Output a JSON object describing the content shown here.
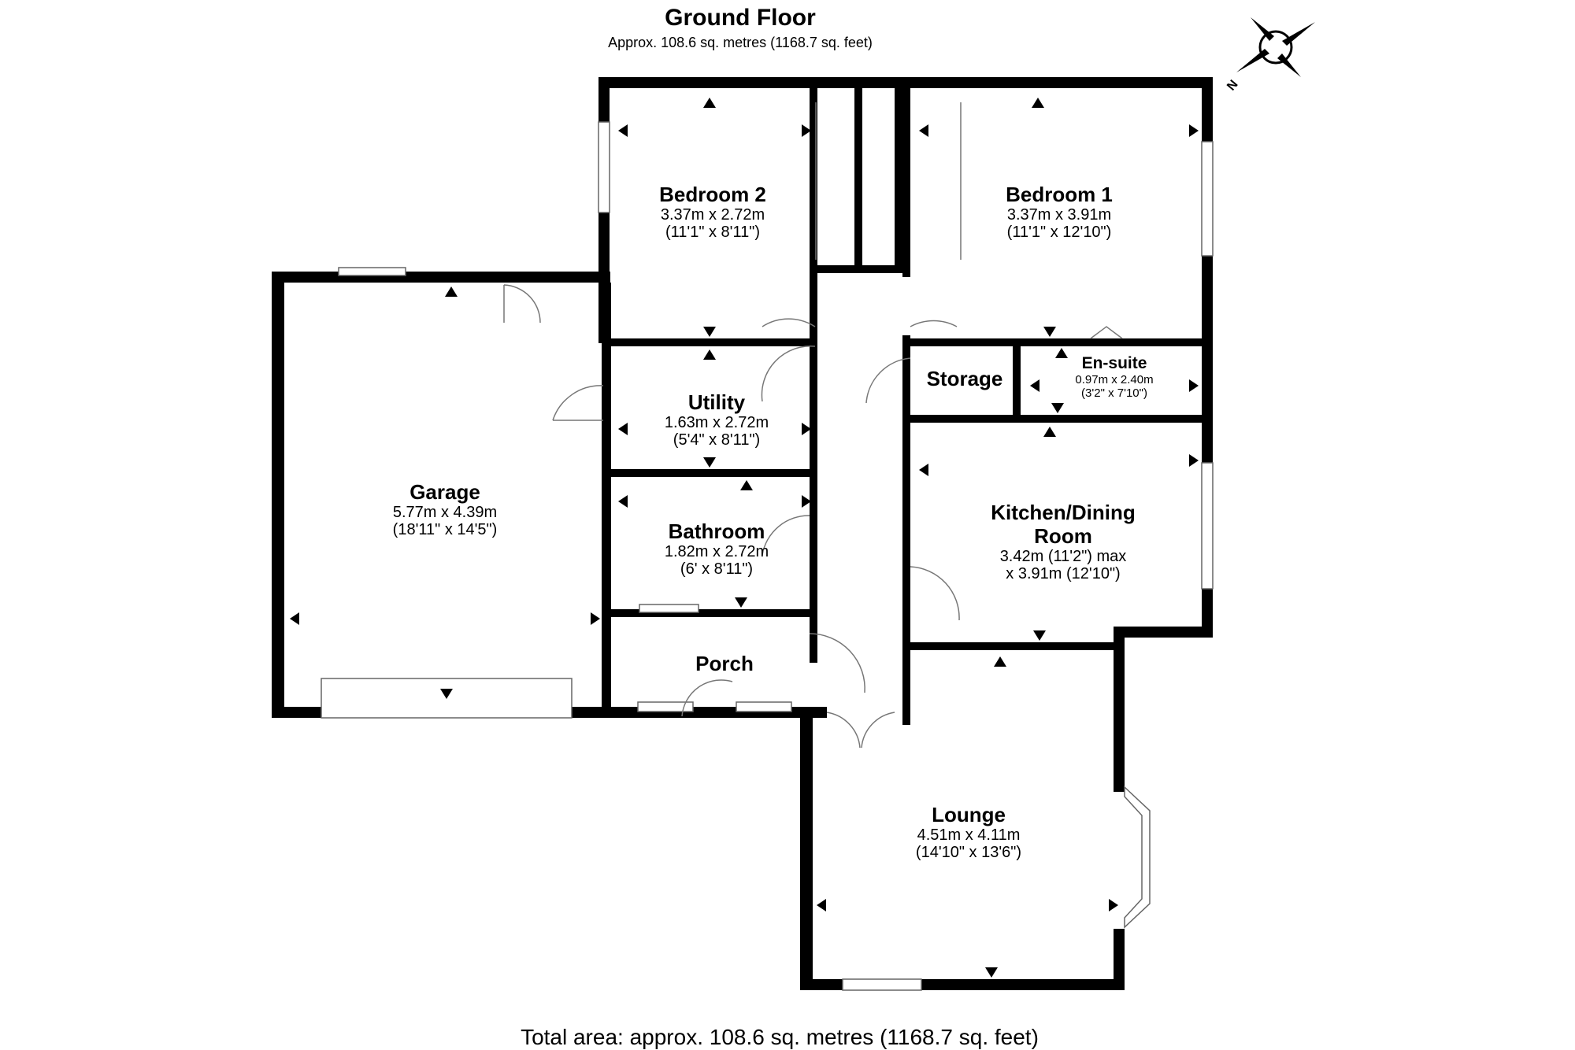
{
  "floor": {
    "title": "Ground Floor",
    "subtitle": "Approx. 108.6 sq. metres (1168.7 sq. feet)"
  },
  "total_area": "Total area: approx. 108.6 sq. metres (1168.7 sq. feet)",
  "compass": {
    "label": "N",
    "icon": "compass-icon"
  },
  "rooms": {
    "bedroom2": {
      "name": "Bedroom 2",
      "metric": "3.37m x 2.72m",
      "imperial": "(11'1\" x 8'11\")"
    },
    "bedroom1": {
      "name": "Bedroom 1",
      "metric": "3.37m x 3.91m",
      "imperial": "(11'1\" x 12'10\")"
    },
    "garage": {
      "name": "Garage",
      "metric": "5.77m x 4.39m",
      "imperial": "(18'11\" x 14'5\")"
    },
    "utility": {
      "name": "Utility",
      "metric": "1.63m x 2.72m",
      "imperial": "(5'4\" x 8'11\")"
    },
    "storage": {
      "name": "Storage"
    },
    "ensuite": {
      "name": "En-suite",
      "metric": "0.97m x 2.40m",
      "imperial": "(3'2\" x 7'10\")"
    },
    "kitchen": {
      "name_line1": "Kitchen/Dining",
      "name_line2": "Room",
      "metric": "3.42m (11'2\") max",
      "imperial": "x 3.91m (12'10\")"
    },
    "bathroom": {
      "name": "Bathroom",
      "metric": "1.82m x 2.72m",
      "imperial": "(6' x 8'11\")"
    },
    "porch": {
      "name": "Porch"
    },
    "lounge": {
      "name": "Lounge",
      "metric": "4.51m x 4.11m",
      "imperial": "(14'10\" x 13'6\")"
    }
  }
}
